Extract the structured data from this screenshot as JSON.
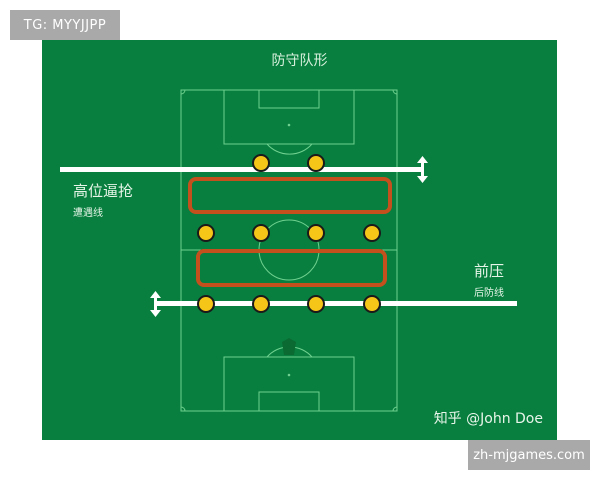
{
  "watermark_top": "TG: MYYJJPP",
  "watermark_bottom": "zh-mjgames.com",
  "diagram": {
    "title": "防守队形",
    "left_label": {
      "main": "高位逼抢",
      "sub": "遭遇线"
    },
    "right_label": {
      "main": "前压",
      "sub": "后防线"
    },
    "credit": "知乎 @John Doe",
    "colors": {
      "pitch": "#087f3f",
      "pitch_lines": "#6fd08f",
      "player": "#f5c518",
      "player_outline": "#1a1a1a",
      "zone_box": "#c4501e",
      "defensive_line": "#ffffff"
    },
    "players": {
      "front_row": 2,
      "middle_row": 4,
      "back_row": 4
    }
  }
}
